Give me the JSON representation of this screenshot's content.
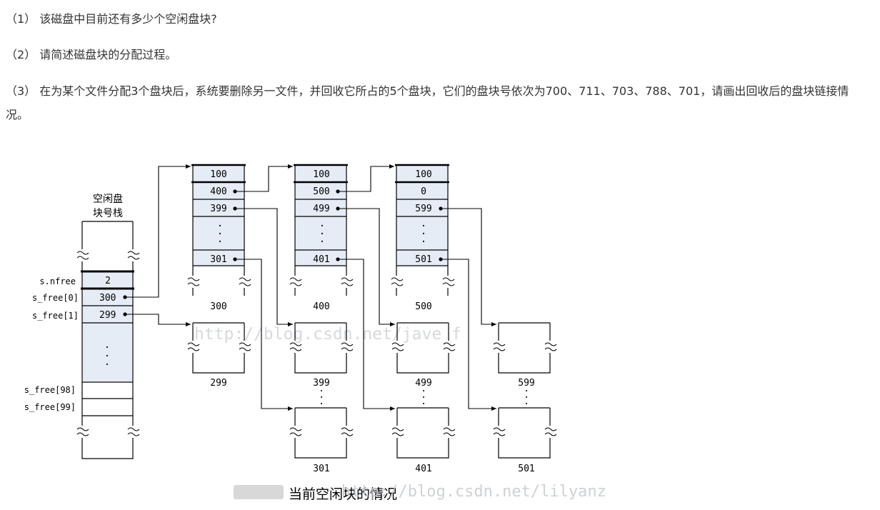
{
  "questions": [
    "（1） 该磁盘中目前还有多少个空闲盘块?",
    "（2） 请简述磁盘块的分配过程。",
    "（3） 在为某个文件分配3个盘块后，系统要删除另一文件，并回收它所占的5个盘块，它们的盘块号依次为700、711、703、788、701，请画出回收后的盘块链接情况。"
  ],
  "diagram": {
    "stack_title_line1": "空闲盘",
    "stack_title_line2": "块号栈",
    "stack_labels": [
      "s.nfree",
      "s_free[0]",
      "s_free[1]",
      "s_free[98]",
      "s_free[99]"
    ],
    "stack_values": [
      "2",
      "300",
      "299"
    ],
    "blocks": [
      {
        "name": "300",
        "cells": [
          "100",
          "400",
          "399",
          "301"
        ]
      },
      {
        "name": "400",
        "cells": [
          "100",
          "500",
          "499",
          "401"
        ]
      },
      {
        "name": "500",
        "cells": [
          "100",
          "0",
          "599",
          "501"
        ]
      }
    ],
    "free_blocks": [
      "299",
      "399",
      "499",
      "599",
      "301",
      "401",
      "501"
    ],
    "caption": "当前空闲块的情况",
    "watermarks": [
      "http://blog.csdn.net/jave_f",
      "http://blog.csdn.net/lilyanz"
    ],
    "colors": {
      "cell_fill": "#e6ecf5",
      "line": "#000000",
      "page_text": "#333333"
    }
  }
}
